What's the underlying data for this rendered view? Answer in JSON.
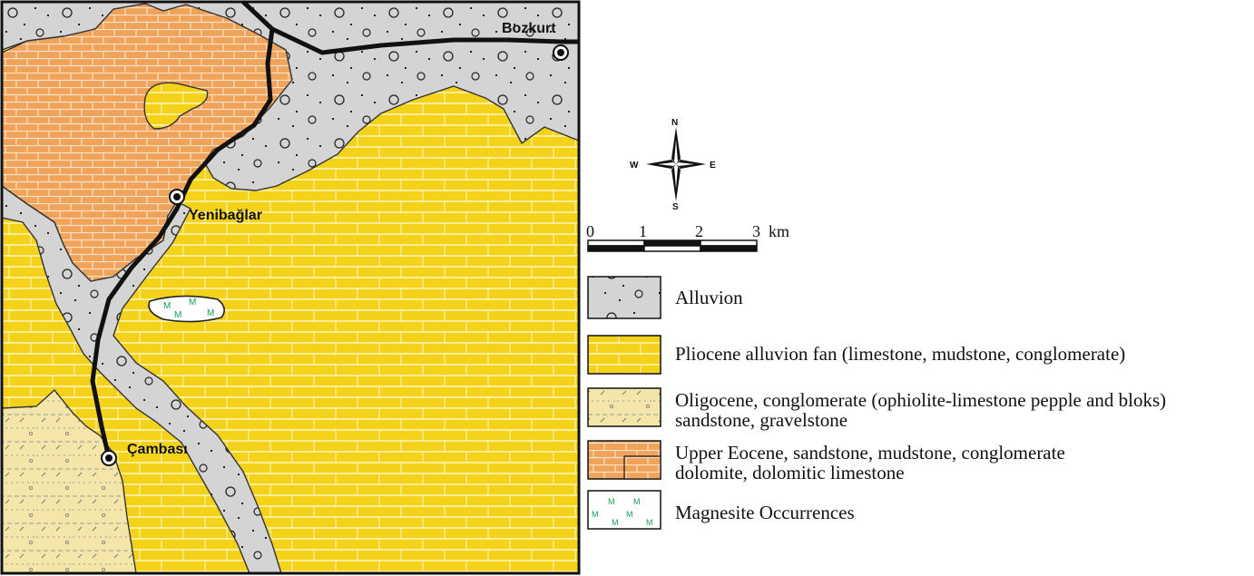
{
  "map": {
    "places": [
      {
        "id": "bozkurt",
        "name": "Bozkurt"
      },
      {
        "id": "yenibaglar",
        "name": "Yenibağlar"
      },
      {
        "id": "cambasi",
        "name": "Çambası"
      }
    ],
    "north_arrow": {
      "n": "N",
      "s": "S",
      "e": "E",
      "w": "W"
    },
    "scale_bar": {
      "ticks": [
        "0",
        "1",
        "2",
        "3"
      ],
      "unit": "km"
    }
  },
  "legend": {
    "items": [
      {
        "id": "alluvion",
        "label_lines": [
          "Alluvion"
        ],
        "color": "#d4d4d4"
      },
      {
        "id": "pliocene",
        "label_lines": [
          "Pliocene alluvion fan (limestone, mudstone, conglomerate)"
        ],
        "color": "#f5d21a"
      },
      {
        "id": "oligocene",
        "label_lines": [
          "Oligocene, conglomerate (ophiolite-limestone pepple and bloks)",
          "sandstone, gravelstone"
        ],
        "color": "#f4e6a8"
      },
      {
        "id": "upper_eocene",
        "label_lines": [
          "Upper Eocene, sandstone, mudstone, conglomerate",
          "dolomite, dolomitic limestone"
        ],
        "color": "#f0a35a"
      },
      {
        "id": "magnesite",
        "label_lines": [
          "Magnesite Occurrences"
        ],
        "color": "#ffffff"
      }
    ]
  }
}
